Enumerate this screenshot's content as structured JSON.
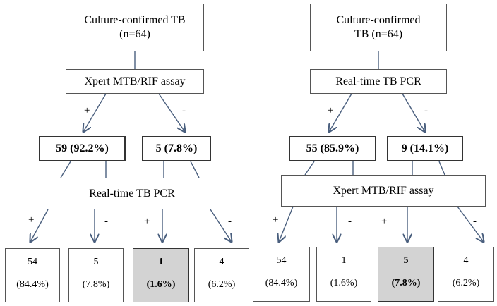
{
  "left": {
    "root": {
      "line1": "Culture-confirmed TB",
      "line2": "(n=64)"
    },
    "assay": "Xpert MTB/RIF assay",
    "branch_pos": {
      "sign": "+",
      "value": "59 (92.2%)"
    },
    "branch_neg": {
      "sign": "-",
      "value": "5 (7.8%)"
    },
    "second_test": "Real-time TB PCR",
    "leaves": [
      {
        "sign": "+",
        "count": "54",
        "pct": "(84.4%)",
        "highlight": false
      },
      {
        "sign": "-",
        "count": "5",
        "pct": "(7.8%)",
        "highlight": false
      },
      {
        "sign": "+",
        "count": "1",
        "pct": "(1.6%)",
        "highlight": true
      },
      {
        "sign": "-",
        "count": "4",
        "pct": "(6.2%)",
        "highlight": false
      }
    ]
  },
  "right": {
    "root": {
      "line1": "Culture-confirmed",
      "line2": "TB (n=64)"
    },
    "assay": "Real-time TB PCR",
    "branch_pos": {
      "sign": "+",
      "value": "55 (85.9%)"
    },
    "branch_neg": {
      "sign": "-",
      "value": "9 (14.1%)"
    },
    "second_test": "Xpert MTB/RIF assay",
    "leaves": [
      {
        "sign": "+",
        "count": "54",
        "pct": "(84.4%)",
        "highlight": false
      },
      {
        "sign": "-",
        "count": "1",
        "pct": "(1.6%)",
        "highlight": false
      },
      {
        "sign": "+",
        "count": "5",
        "pct": "(7.8%)",
        "highlight": true
      },
      {
        "sign": "-",
        "count": "4",
        "pct": "(6.2%)",
        "highlight": false
      }
    ]
  }
}
